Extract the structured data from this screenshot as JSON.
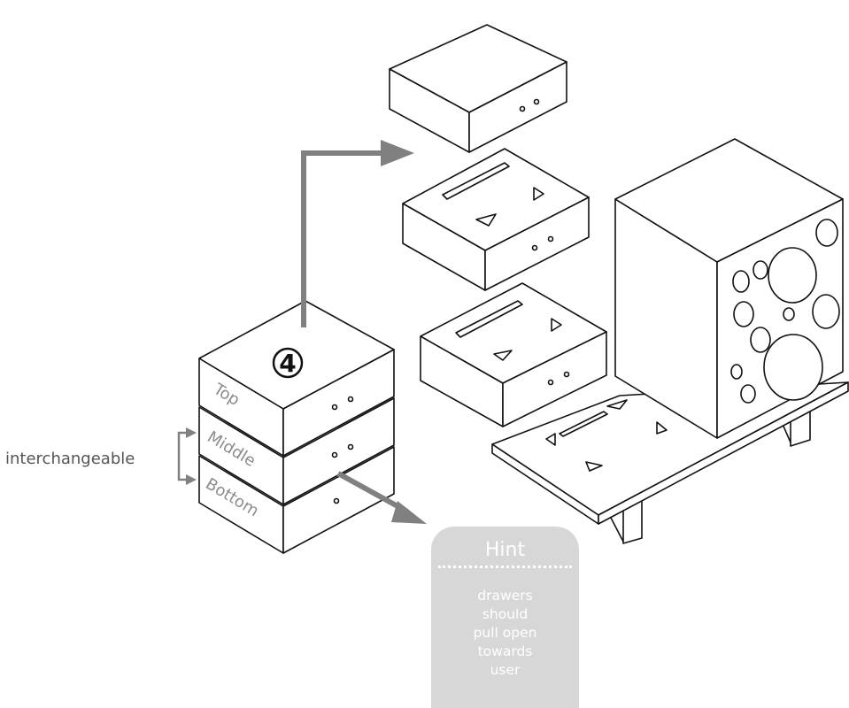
{
  "step_number": "4",
  "drawer_labels": {
    "top": "Top",
    "middle": "Middle",
    "bottom": "Bottom"
  },
  "side_note": "interchangeable",
  "hint": {
    "title": "Hint",
    "lines": [
      "drawers",
      "should",
      "pull open",
      "towards",
      "user"
    ]
  },
  "colors": {
    "arrow": "#808080",
    "label": "#8c8c8c",
    "hint_bg": "#d7d7d7",
    "line": "#111111"
  }
}
